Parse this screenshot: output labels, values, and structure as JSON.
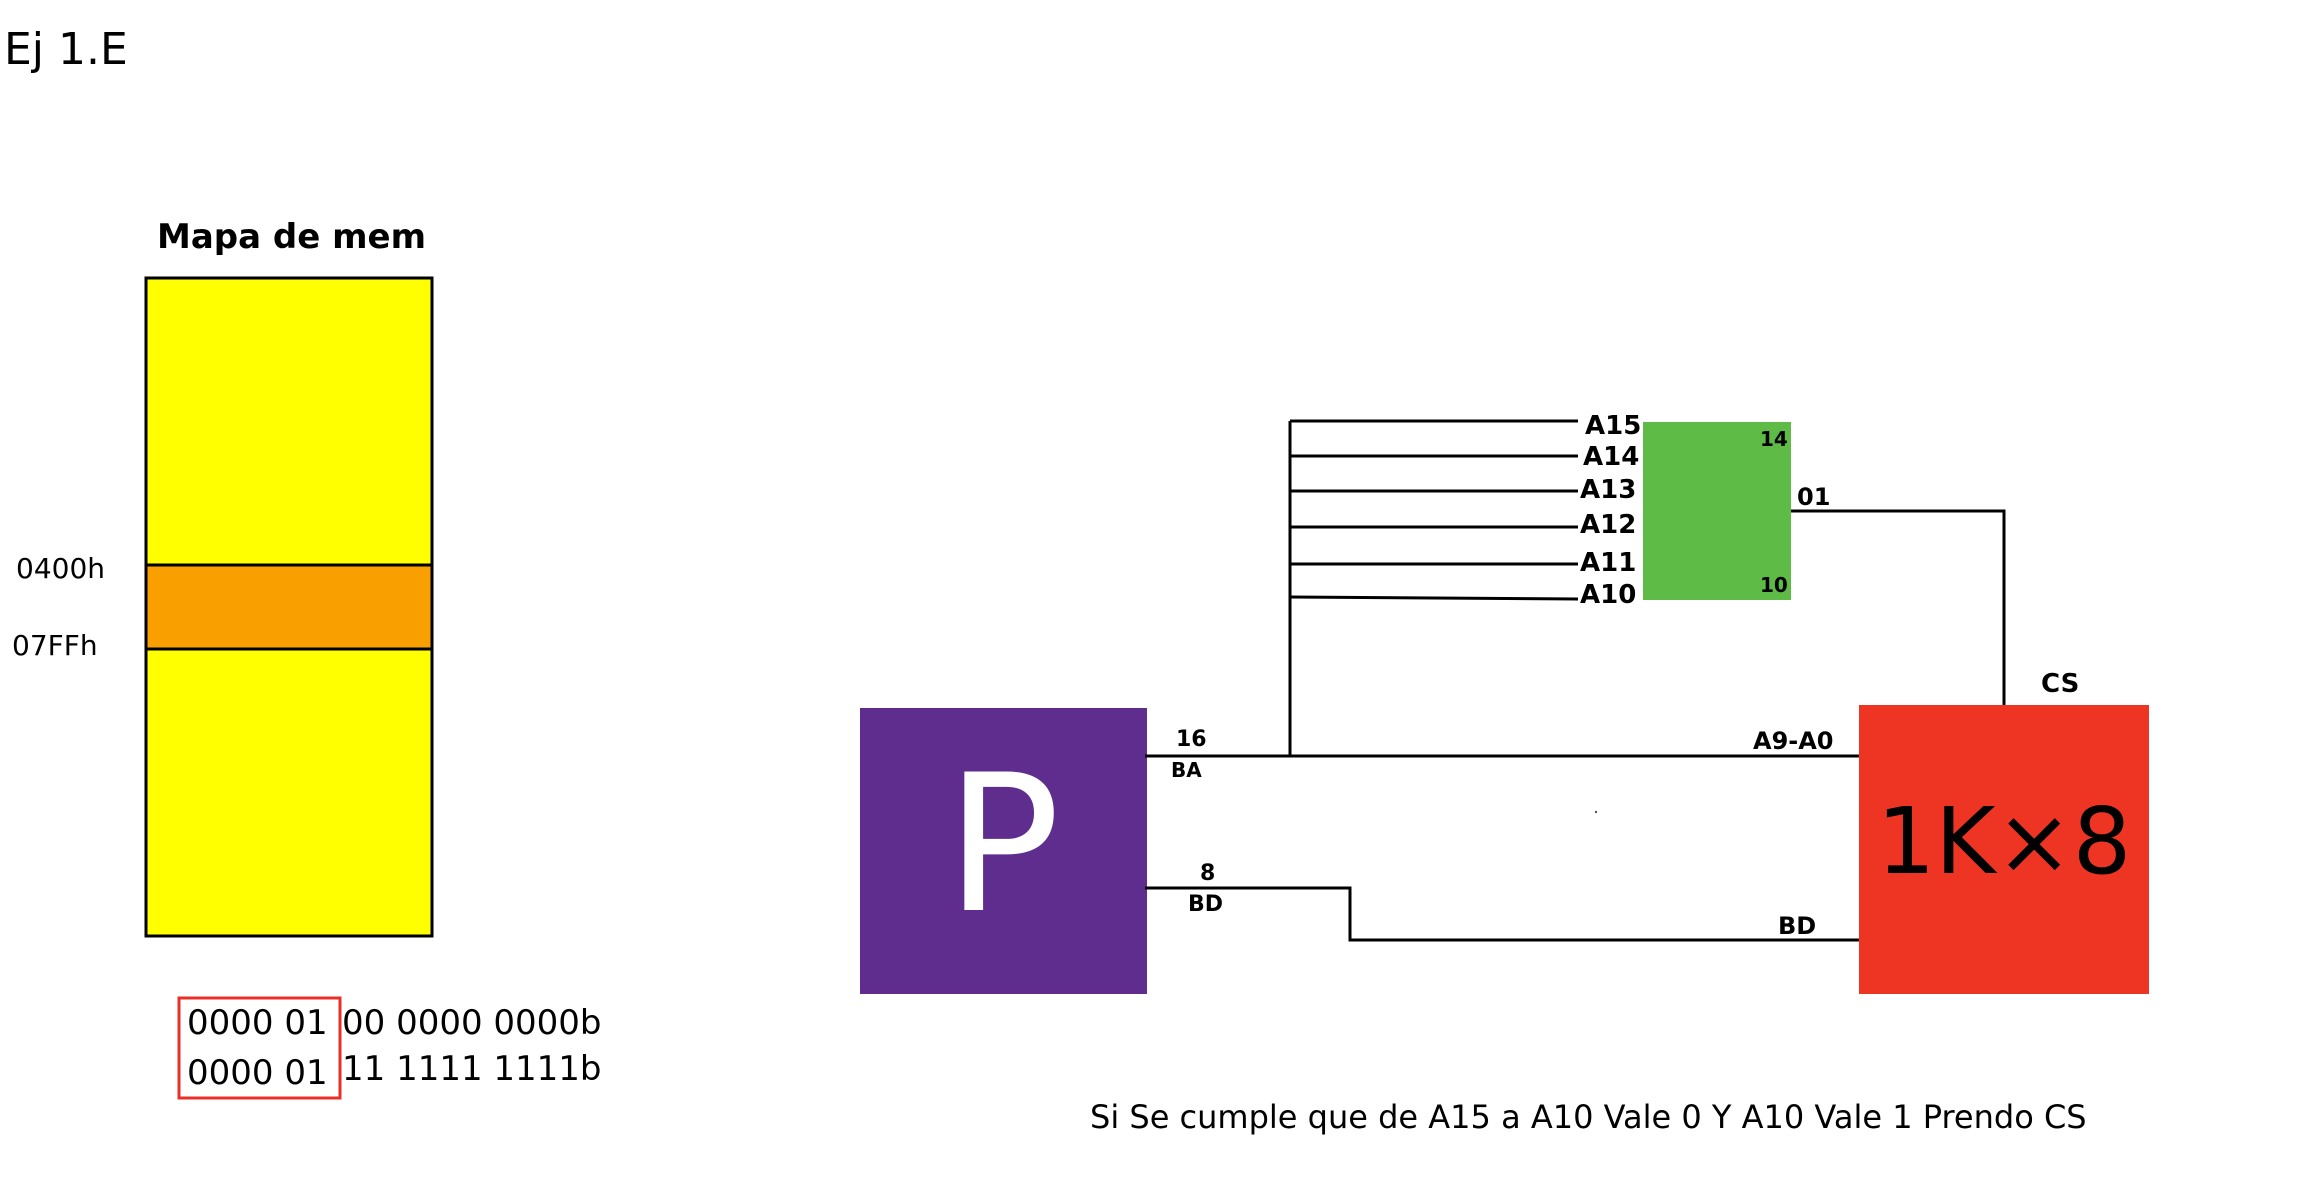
{
  "title": "Ej 1.E",
  "memory_map": {
    "label": "Mapa de mem",
    "start_address": "0400h",
    "end_address": "07FFh",
    "fill_color": "#FFFF00",
    "region_color": "#F9A000"
  },
  "binary": {
    "row1_prefix": "0000 01",
    "row1_suffix": "00 0000 0000b",
    "row2_prefix": "0000 01",
    "row2_suffix": "11 1111 1111b",
    "box_color": "#E8302A"
  },
  "processor": {
    "label": "P",
    "color": "#5E2D8E"
  },
  "memory_chip": {
    "label": "1K×8",
    "cs_label": "CS",
    "color": "#EE3524"
  },
  "decoder": {
    "color": "#5DBB46",
    "top_label": "14",
    "bottom_label": "10",
    "output_label": "01"
  },
  "buses": {
    "address_width": "16",
    "address_name": "BA",
    "address_to_memory": "A9-A0",
    "data_width": "8",
    "data_name": "BD",
    "data_to_memory": "BD"
  },
  "address_lines": [
    "A15",
    "A14",
    "A13",
    "A12",
    "A11",
    "A10"
  ],
  "note": "Si Se cumple que de A15 a A10 Vale 0 Y A10 Vale 1  Prendo CS"
}
